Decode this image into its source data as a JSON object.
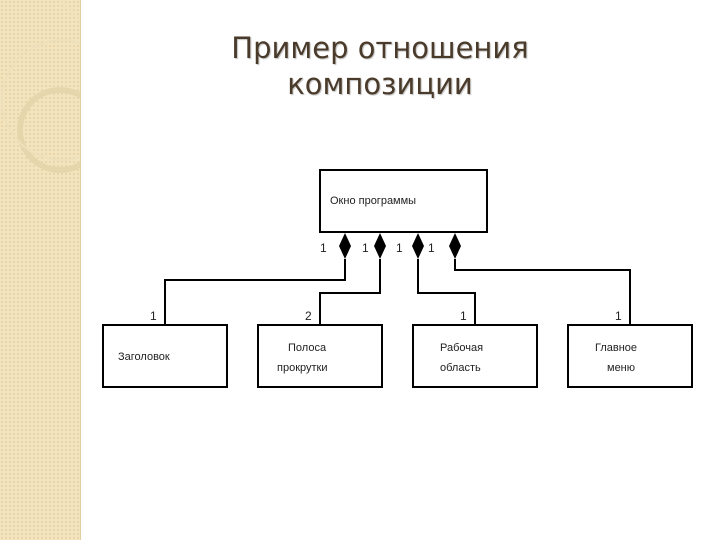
{
  "slide": {
    "title_line1": "Пример отношения",
    "title_line2": "композиции"
  },
  "diagram": {
    "whole": {
      "label": "Окно программы"
    },
    "whole_multiplicities": [
      "1",
      "1",
      "1",
      "1"
    ],
    "parts": [
      {
        "id": "header",
        "lines": [
          "Заголовок"
        ],
        "multiplicity": "1"
      },
      {
        "id": "scrollbar",
        "lines": [
          "Полоса",
          "прокрутки"
        ],
        "multiplicity": "2"
      },
      {
        "id": "workarea",
        "lines": [
          "Рабочая",
          "область"
        ],
        "multiplicity": "1"
      },
      {
        "id": "mainmenu",
        "lines": [
          "Главное",
          "меню"
        ],
        "multiplicity": "1"
      }
    ]
  },
  "colors": {
    "accent_panel": "#f3e4bd",
    "title": "#4a3a2a",
    "lines": "#000000"
  }
}
